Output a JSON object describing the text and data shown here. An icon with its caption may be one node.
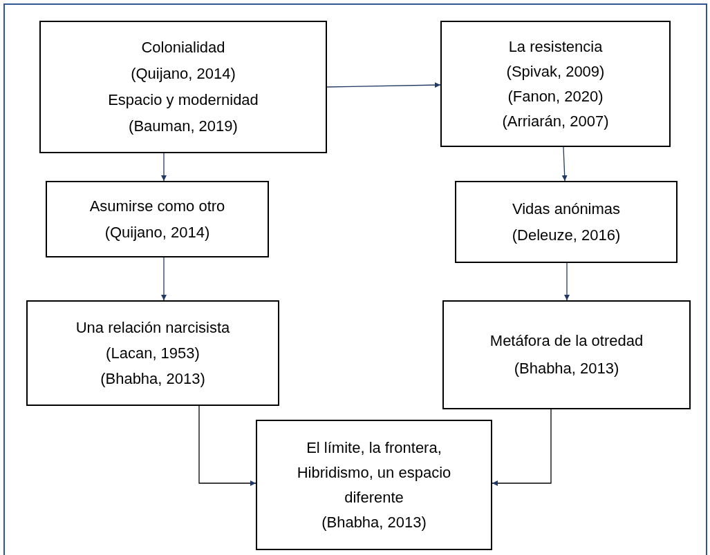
{
  "diagram": {
    "nodes": [
      {
        "text": [
          "Colonialidad",
          "(Quijano, 2014)",
          "Espacio y modernidad",
          "(Bauman, 2019)"
        ]
      },
      {
        "text": [
          "La resistencia",
          "(Spivak, 2009)",
          "(Fanon, 2020)",
          "(Arriarán, 2007)"
        ]
      },
      {
        "text": [
          "Asumirse como otro",
          "(Quijano, 2014)"
        ]
      },
      {
        "text": [
          "Vidas anónimas",
          "(Deleuze, 2016)"
        ]
      },
      {
        "text": [
          "Una relación narcisista",
          "(Lacan, 1953)",
          "(Bhabha, 2013)"
        ]
      },
      {
        "text": [
          "Metáfora de la otredad",
          "(Bhabha, 2013)"
        ]
      },
      {
        "text": [
          "El límite, la frontera, Hibridismo, un espacio diferente",
          "(Bhabha, 2013)"
        ]
      }
    ],
    "edges": [
      {
        "from": 0,
        "to": 1,
        "arrow": "to"
      },
      {
        "from": 0,
        "to": 2,
        "arrow": "to"
      },
      {
        "from": 1,
        "to": 3,
        "arrow": "to"
      },
      {
        "from": 2,
        "to": 4,
        "arrow": "to"
      },
      {
        "from": 3,
        "to": 5,
        "arrow": "to"
      },
      {
        "from": 4,
        "to": 6,
        "arrow": "to",
        "color": "#000000"
      },
      {
        "from": 5,
        "to": 6,
        "arrow": "to",
        "color": "#000000"
      }
    ]
  }
}
